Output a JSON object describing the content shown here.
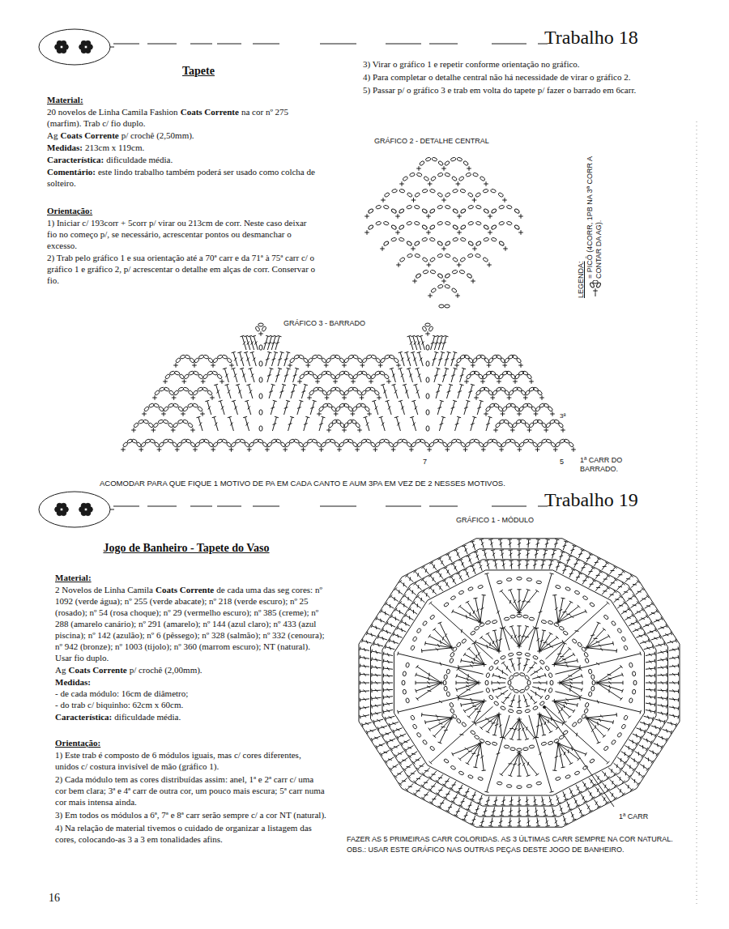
{
  "diagram": {
    "labels": [
      "Trabalho 18",
      "Tapete",
      "Material:",
      "20 novelos de Linha Camila Fashion",
      "Coats Corrente",
      "na cor nº 275 (marfim). Trab c/ fio duplo.",
      "Ag",
      "Coats Corrente",
      "p/ crochê (2,50mm).",
      "Medidas:",
      "213cm x 119cm.",
      "Característica:",
      "dificuldade média.",
      "Comentário:",
      "este lindo trabalho também poderá ser usado como colcha de solteiro.",
      "Orientação:",
      "1) Iniciar c/ 193corr + 5corr p/ virar ou 213cm de corr. Neste caso deixar fio no começo p/, se necessário, acrescentar pontos ou desmanchar o excesso.",
      "2) Trab pelo gráfico 1 e sua orientação até a 70ª carr e da 71ª à 75ª carr c/ o gráfico 1 e gráfico 2, p/ acrescentar o detalhe em alças de corr. Conservar o fio.",
      "3) Virar o gráfico 1 e repetir conforme orientação no gráfico.",
      "4) Para completar o detalhe central não há necessidade de virar o gráfico 2.",
      "5) Passar p/ o gráfico 3 e trab em volta do tapete p/ fazer o barrado em 6carr.",
      "GRÁFICO 2 - DETALHE CENTRAL",
      "LEGENDA:",
      "GRÁFICO 3 - BARRADO",
      "3ª",
      "7",
      "5",
      "1ª CARR DO BARRADO.",
      "ACOMODAR PARA QUE FIQUE 1 MOTIVO DE PA EM CADA CANTO E AUM 3PA EM VEZ DE 2 NESSES MOTIVOS.",
      "Trabalho 19",
      "Jogo de Banheiro - Tapete do Vaso",
      "Material:",
      "2 Novelos de Linha Camila",
      "Coats Corrente",
      "de cada uma das seg cores: nº 1092 (verde água); nº 255 (verde abacate); nº 218 (verde escuro); nº 25 (rosado); nº 54 (rosa choque); nº 29 (vermelho escuro); nº 385 (creme); nº 288 (amarelo canário); nº 291 (amarelo); nº 144 (azul claro); nº 433 (azul piscina); nº 142 (azulão); nº 6 (pêssego); nº 328 (salmão); nº 332 (cenoura); nº 942 (bronze); nº 1003 (tijolo); nº 360 (marrom escuro); NT (natural). Usar fio duplo.",
      "Ag",
      "Coats Corrente",
      "p/ crochê (2,00mm).",
      "Medidas:",
      "- de cada módulo: 16cm de diâmetro;",
      "- do trab c/ biquinho: 62cm x 60cm.",
      "Característica:",
      "dificuldade média.",
      "Orientação:",
      "1) Este trab é composto de 6 módulos iguais, mas c/ cores diferentes, unidos c/ costura invisível de mão (gráfico 1).",
      "2) Cada módulo tem as cores distribuídas assim: anel, 1ª e 2ª carr c/ uma cor bem clara; 3ª e 4ª carr de outra cor, um pouco mais escura; 5ª carr numa cor mais intensa ainda.",
      "3) Em todos os módulos a 6ª, 7ª e 8ª carr serão sempre c/ a cor NT (natural).",
      "4) Na relação de material tivemos o cuidado de organizar a listagem das cores, colocando-as 3 a 3 em tonalidades afins.",
      "GRÁFICO 1 - MÓDULO",
      "1ª CARR",
      "FAZER AS 5 PRIMEIRAS CARR COLORIDAS. AS 3 ÚLTIMAS CARR SEMPRE NA COR NATURAL.",
      "OBS.: USAR ESTE GRÁFICO NAS OUTRAS PEÇAS DESTE JOGO DE BANHEIRO.",
      "16"
    ],
    "legend": [
      {
        "text": "= PICÔ (4CORR, 1PB NA 3ª CORR A CONTAR DA AG)."
      }
    ]
  }
}
